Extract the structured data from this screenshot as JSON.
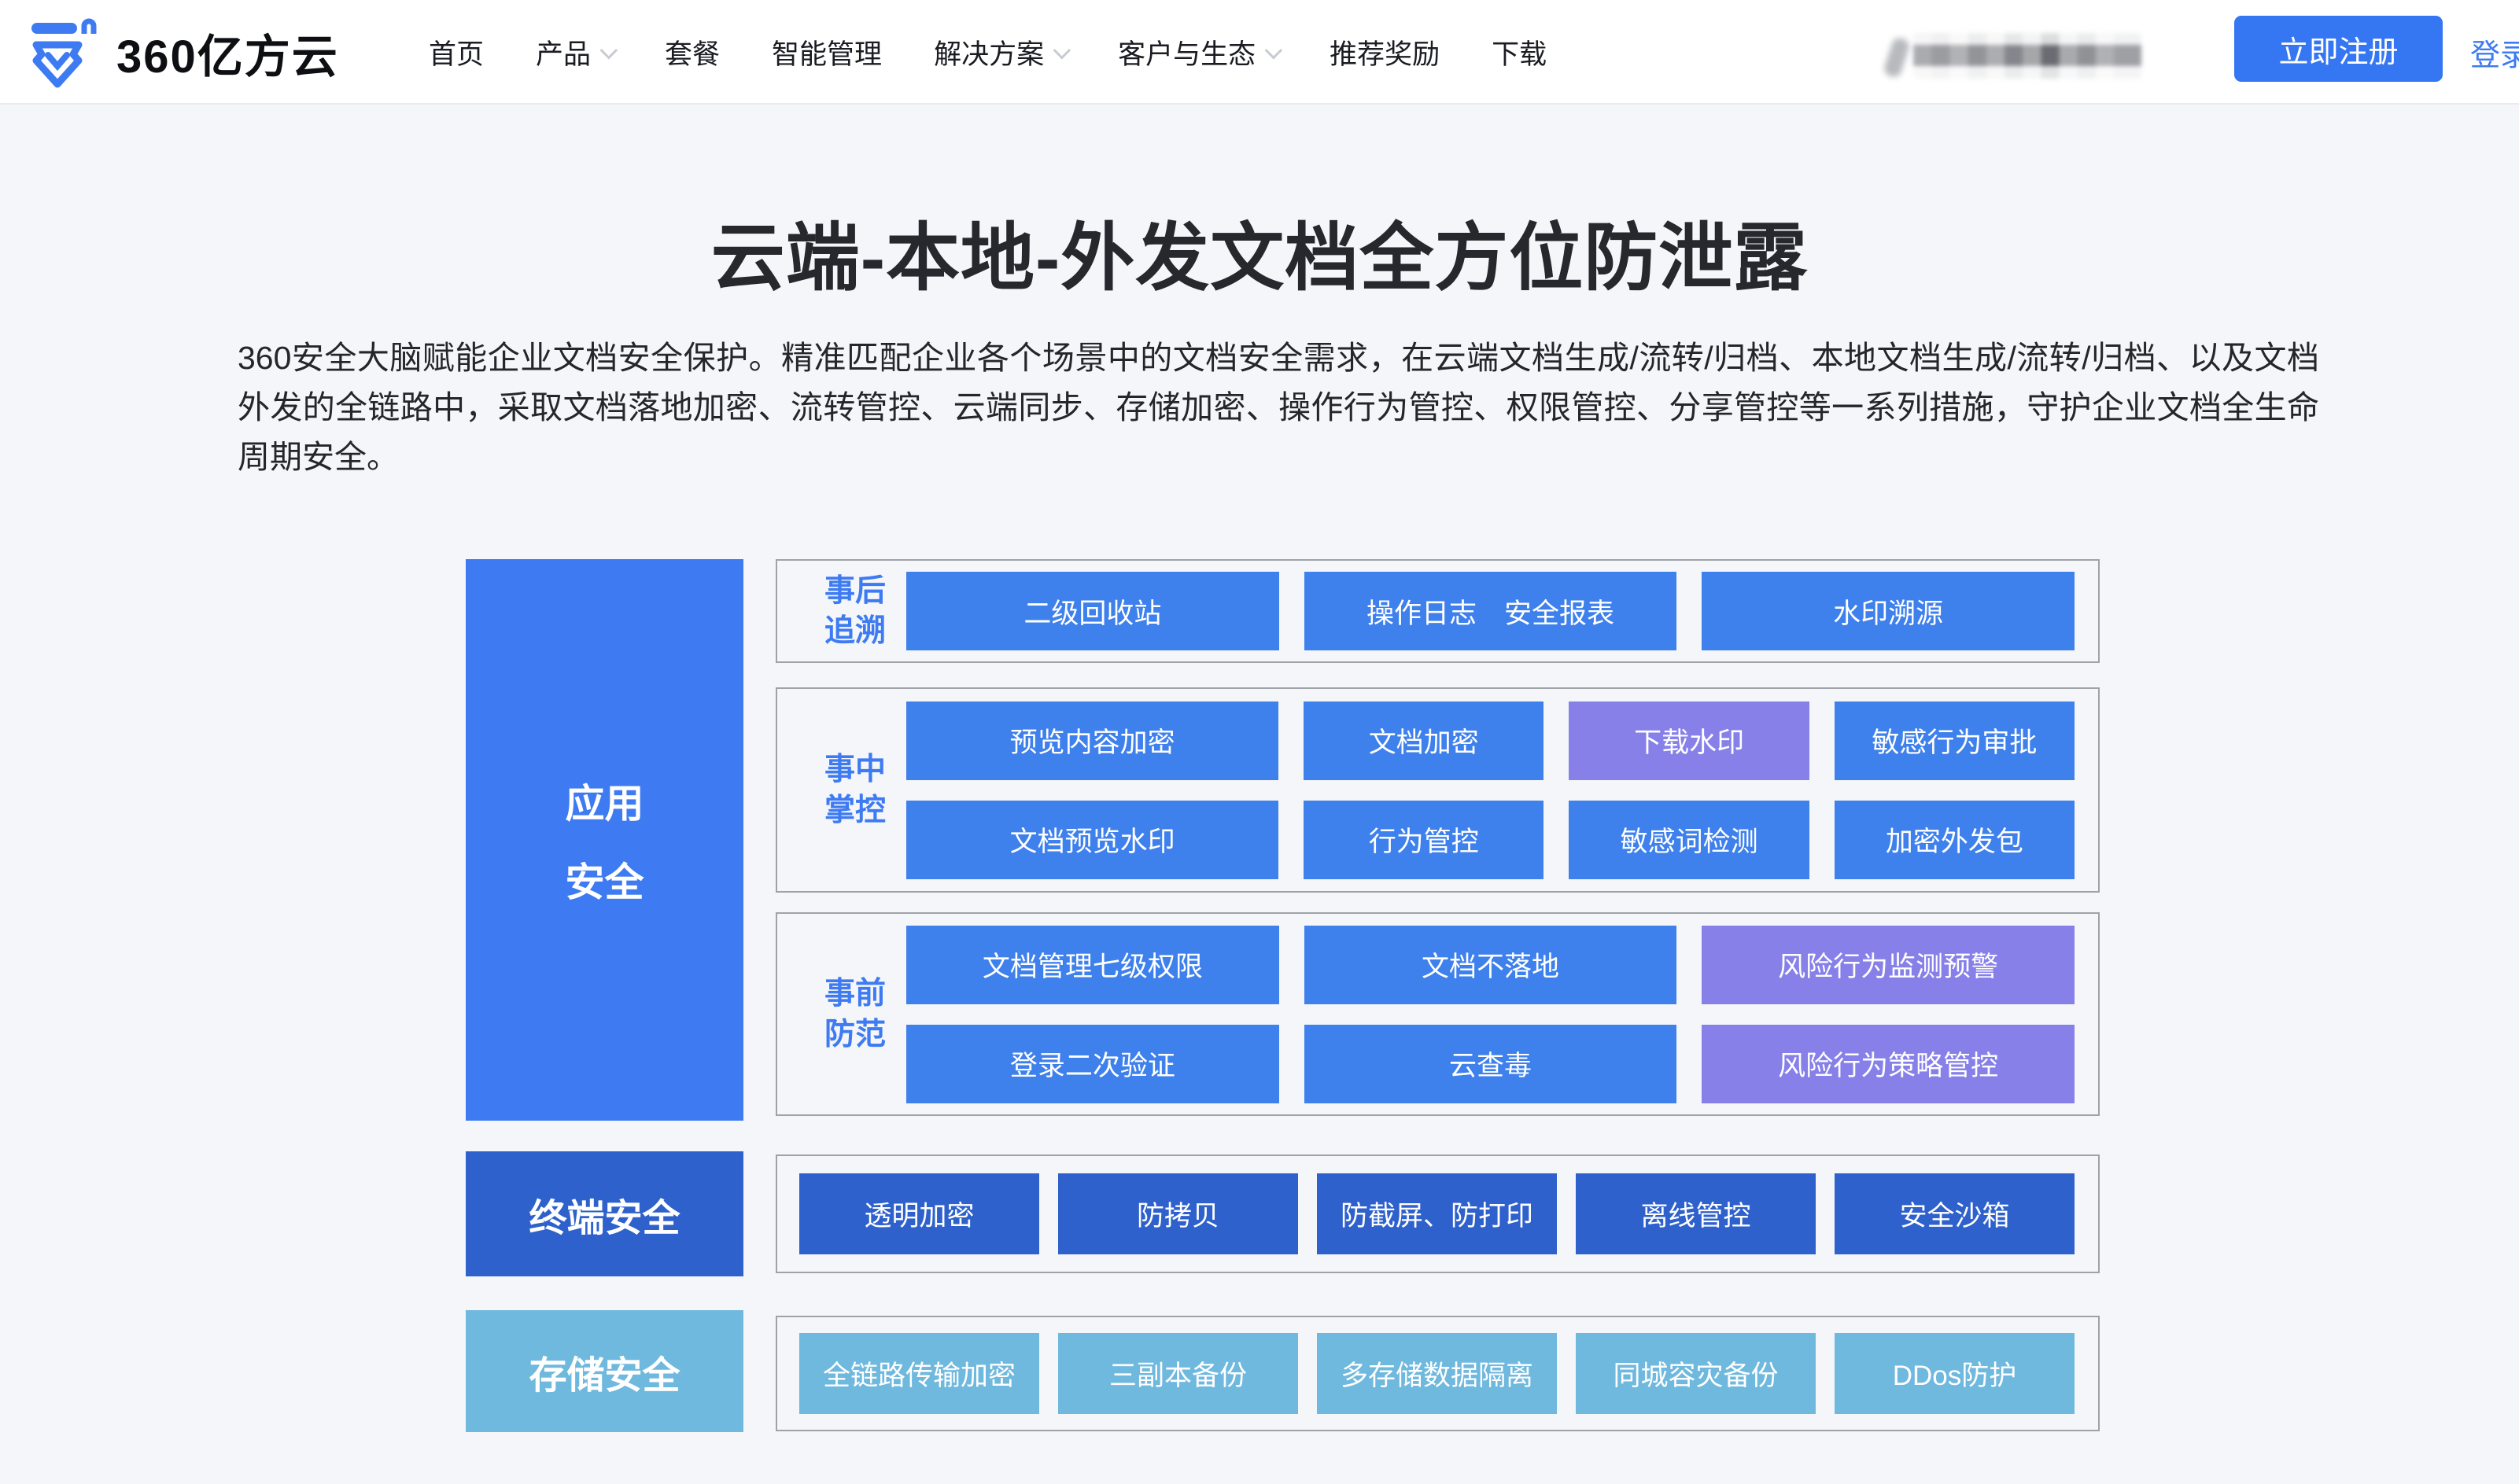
{
  "header": {
    "logo_text": "360亿方云",
    "nav": [
      {
        "label": "首页",
        "dropdown": false
      },
      {
        "label": "产品",
        "dropdown": true
      },
      {
        "label": "套餐",
        "dropdown": false
      },
      {
        "label": "智能管理",
        "dropdown": false
      },
      {
        "label": "解决方案",
        "dropdown": true
      },
      {
        "label": "客户与生态",
        "dropdown": true
      },
      {
        "label": "推荐奖励",
        "dropdown": false
      },
      {
        "label": "下载",
        "dropdown": false
      }
    ],
    "register_label": "立即注册",
    "login_label": "登录"
  },
  "hero": {
    "title": "云端-本地-外发文档全方位防泄露",
    "description": "360安全大脑赋能企业文档安全保护。精准匹配企业各个场景中的文档安全需求，在云端文档生成/流转/归档、本地文档生成/流转/归档、以及文档外发的全链路中，采取文档落地加密、流转管控、云端同步、存储加密、操作行为管控、权限管控、分享管控等一系列措施，守护企业文档全生命周期安全。"
  },
  "diagram": {
    "app_security": {
      "lines": [
        "应用",
        "安全"
      ]
    },
    "groups": [
      {
        "name": "post-trace",
        "label_lines": [
          "事后",
          "追溯"
        ],
        "rows": [
          [
            {
              "text": "二级回收站",
              "variant": "blue",
              "wide": true
            },
            {
              "text": "操作日志　安全报表",
              "variant": "blue",
              "wide": true
            },
            {
              "text": "水印溯源",
              "variant": "blue",
              "wide": true
            }
          ]
        ]
      },
      {
        "name": "in-process-control",
        "label_lines": [
          "事中",
          "掌控"
        ],
        "rows": [
          [
            {
              "text": "预览内容加密",
              "variant": "blue",
              "wide": true
            },
            {
              "text": "文档加密",
              "variant": "blue",
              "wide": false
            },
            {
              "text": "下载水印",
              "variant": "purple",
              "wide": false
            },
            {
              "text": "敏感行为审批",
              "variant": "blue",
              "wide": false
            }
          ],
          [
            {
              "text": "文档预览水印",
              "variant": "blue",
              "wide": true
            },
            {
              "text": "行为管控",
              "variant": "blue",
              "wide": false
            },
            {
              "text": "敏感词检测",
              "variant": "blue",
              "wide": false
            },
            {
              "text": "加密外发包",
              "variant": "blue",
              "wide": false
            }
          ]
        ]
      },
      {
        "name": "pre-prevention",
        "label_lines": [
          "事前",
          "防范"
        ],
        "rows": [
          [
            {
              "text": "文档管理七级权限",
              "variant": "blue",
              "wide": true
            },
            {
              "text": "文档不落地",
              "variant": "blue",
              "wide": true
            },
            {
              "text": "风险行为监测预警",
              "variant": "purple",
              "wide": true
            }
          ],
          [
            {
              "text": "登录二次验证",
              "variant": "blue",
              "wide": true
            },
            {
              "text": "云查毒",
              "variant": "blue",
              "wide": true
            },
            {
              "text": "风险行为策略管控",
              "variant": "purple",
              "wide": true
            }
          ]
        ]
      }
    ],
    "terminal": {
      "label": "终端安全",
      "variant": "dark",
      "buttons": [
        "透明加密",
        "防拷贝",
        "防截屏、防打印",
        "离线管控",
        "安全沙箱"
      ]
    },
    "storage": {
      "label": "存储安全",
      "variant": "light",
      "buttons": [
        "全链路传输加密",
        "三副本备份",
        "多存储数据隔离",
        "同城容灾备份",
        "DDos防护"
      ]
    }
  },
  "colors": {
    "brand_blue": "#3E7BF2",
    "tile_blue": "#3E80EC",
    "tile_purple": "#8780E9",
    "tile_dark_blue": "#2E61CC",
    "tile_light_blue": "#6FB8DE",
    "page_background": "#F4F6F9",
    "group_border": "#9FA3A8"
  }
}
